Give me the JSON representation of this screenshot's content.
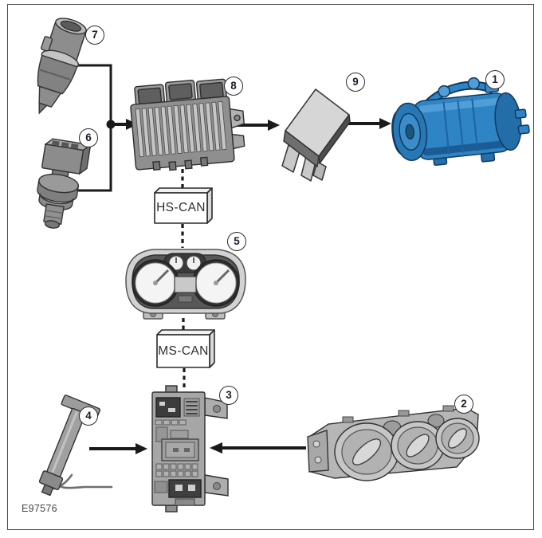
{
  "figure": {
    "code": "E97576"
  },
  "bus": {
    "hs_can": "HS-CAN",
    "ms_can": "MS-CAN"
  },
  "callouts": [
    {
      "number": "1",
      "icon": "ac-compressor-illustration"
    },
    {
      "number": "2",
      "icon": "climate-control-panel-illustration"
    },
    {
      "number": "3",
      "icon": "fuse-box-illustration"
    },
    {
      "number": "4",
      "icon": "temperature-sensor-illustration"
    },
    {
      "number": "5",
      "icon": "instrument-cluster-illustration"
    },
    {
      "number": "6",
      "icon": "pressure-transducer-illustration"
    },
    {
      "number": "7",
      "icon": "pressure-switch-illustration"
    },
    {
      "number": "8",
      "icon": "engine-control-module-illustration"
    },
    {
      "number": "9",
      "icon": "relay-illustration"
    }
  ],
  "colors": {
    "compressor_blue": "#2e84c4",
    "component_gray": "#9a9a9a",
    "line_black": "#1a1a1a",
    "frame_gray": "#4a4a4a"
  }
}
